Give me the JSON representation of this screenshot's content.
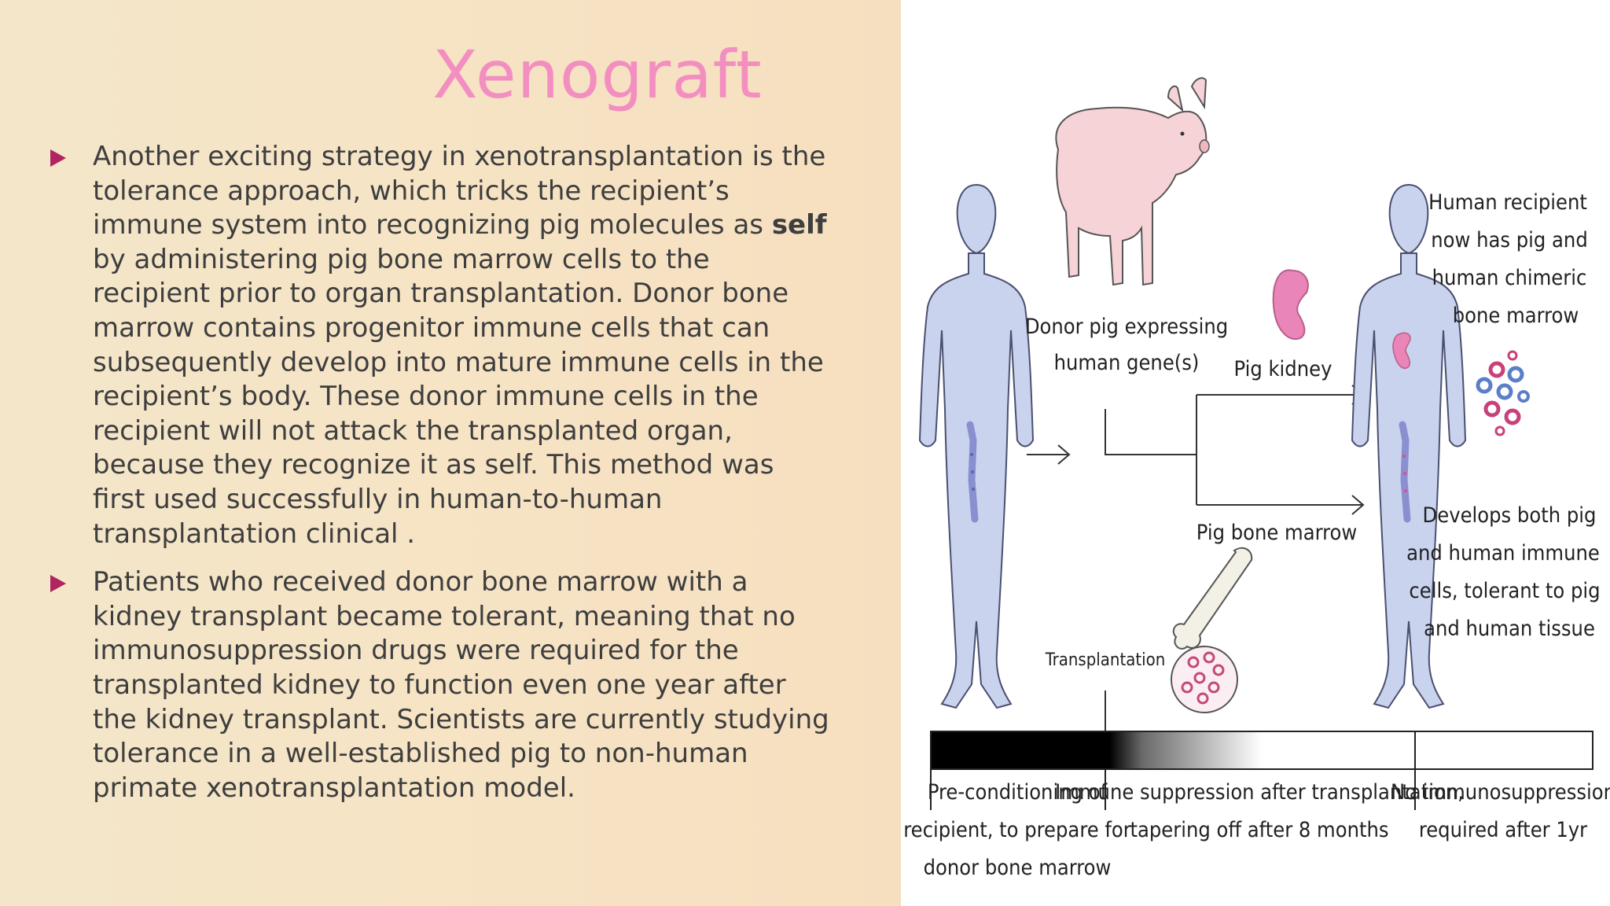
{
  "slide": {
    "title": "Xenograft",
    "bullets": [
      {
        "before_bold": "Another exciting strategy in xenotransplantation is the tolerance approach, which tricks the recipient’s immune system into recognizing pig molecules as ",
        "bold": "self",
        "after_bold": " by administering pig bone marrow cells to the recipient prior to organ transplantation. Donor bone marrow contains progenitor immune cells that can subsequently develop into mature immune cells in the recipient’s body. These donor immune cells in the recipient will not attack the transplanted organ, because they recognize it as self. This method was first used successfully in human-to-human transplantation clinical ."
      },
      {
        "text": "Patients who received donor bone marrow with a kidney transplant became tolerant, meaning that no immunosuppression drugs were required for the transplanted kidney to function even one year after the kidney transplant. Scientists are currently studying tolerance in a well-established pig to non-human primate xenotransplantation model."
      }
    ]
  },
  "diagram": {
    "donor_pig_line1": "Donor pig expressing",
    "donor_pig_line2": "human gene(s)",
    "pig_kidney": "Pig kidney",
    "pig_bone_marrow": "Pig bone marrow",
    "transplantation": "Transplantation",
    "recipient_lines": [
      "Human recipient",
      "now has pig and",
      "human chimeric",
      "bone marrow"
    ],
    "develops_lines": [
      "Develops both pig",
      "and human immune",
      "cells, tolerant to pig",
      "and human tissue"
    ],
    "timeline": {
      "phase1": [
        "Pre-conditioning of",
        "recipient, to prepare for",
        "donor bone marrow"
      ],
      "phase2": [
        "Immune suppression after transplantation,",
        "tapering off after 8 months"
      ],
      "phase3": [
        "No immunosuppression",
        "required after 1yr"
      ]
    },
    "colors": {
      "body_fill": "#c9d3ee",
      "body_stroke": "#4a5070",
      "kidney": "#e985b8",
      "bone": "#8a8fcf",
      "pig": "#f6d3d6"
    }
  }
}
